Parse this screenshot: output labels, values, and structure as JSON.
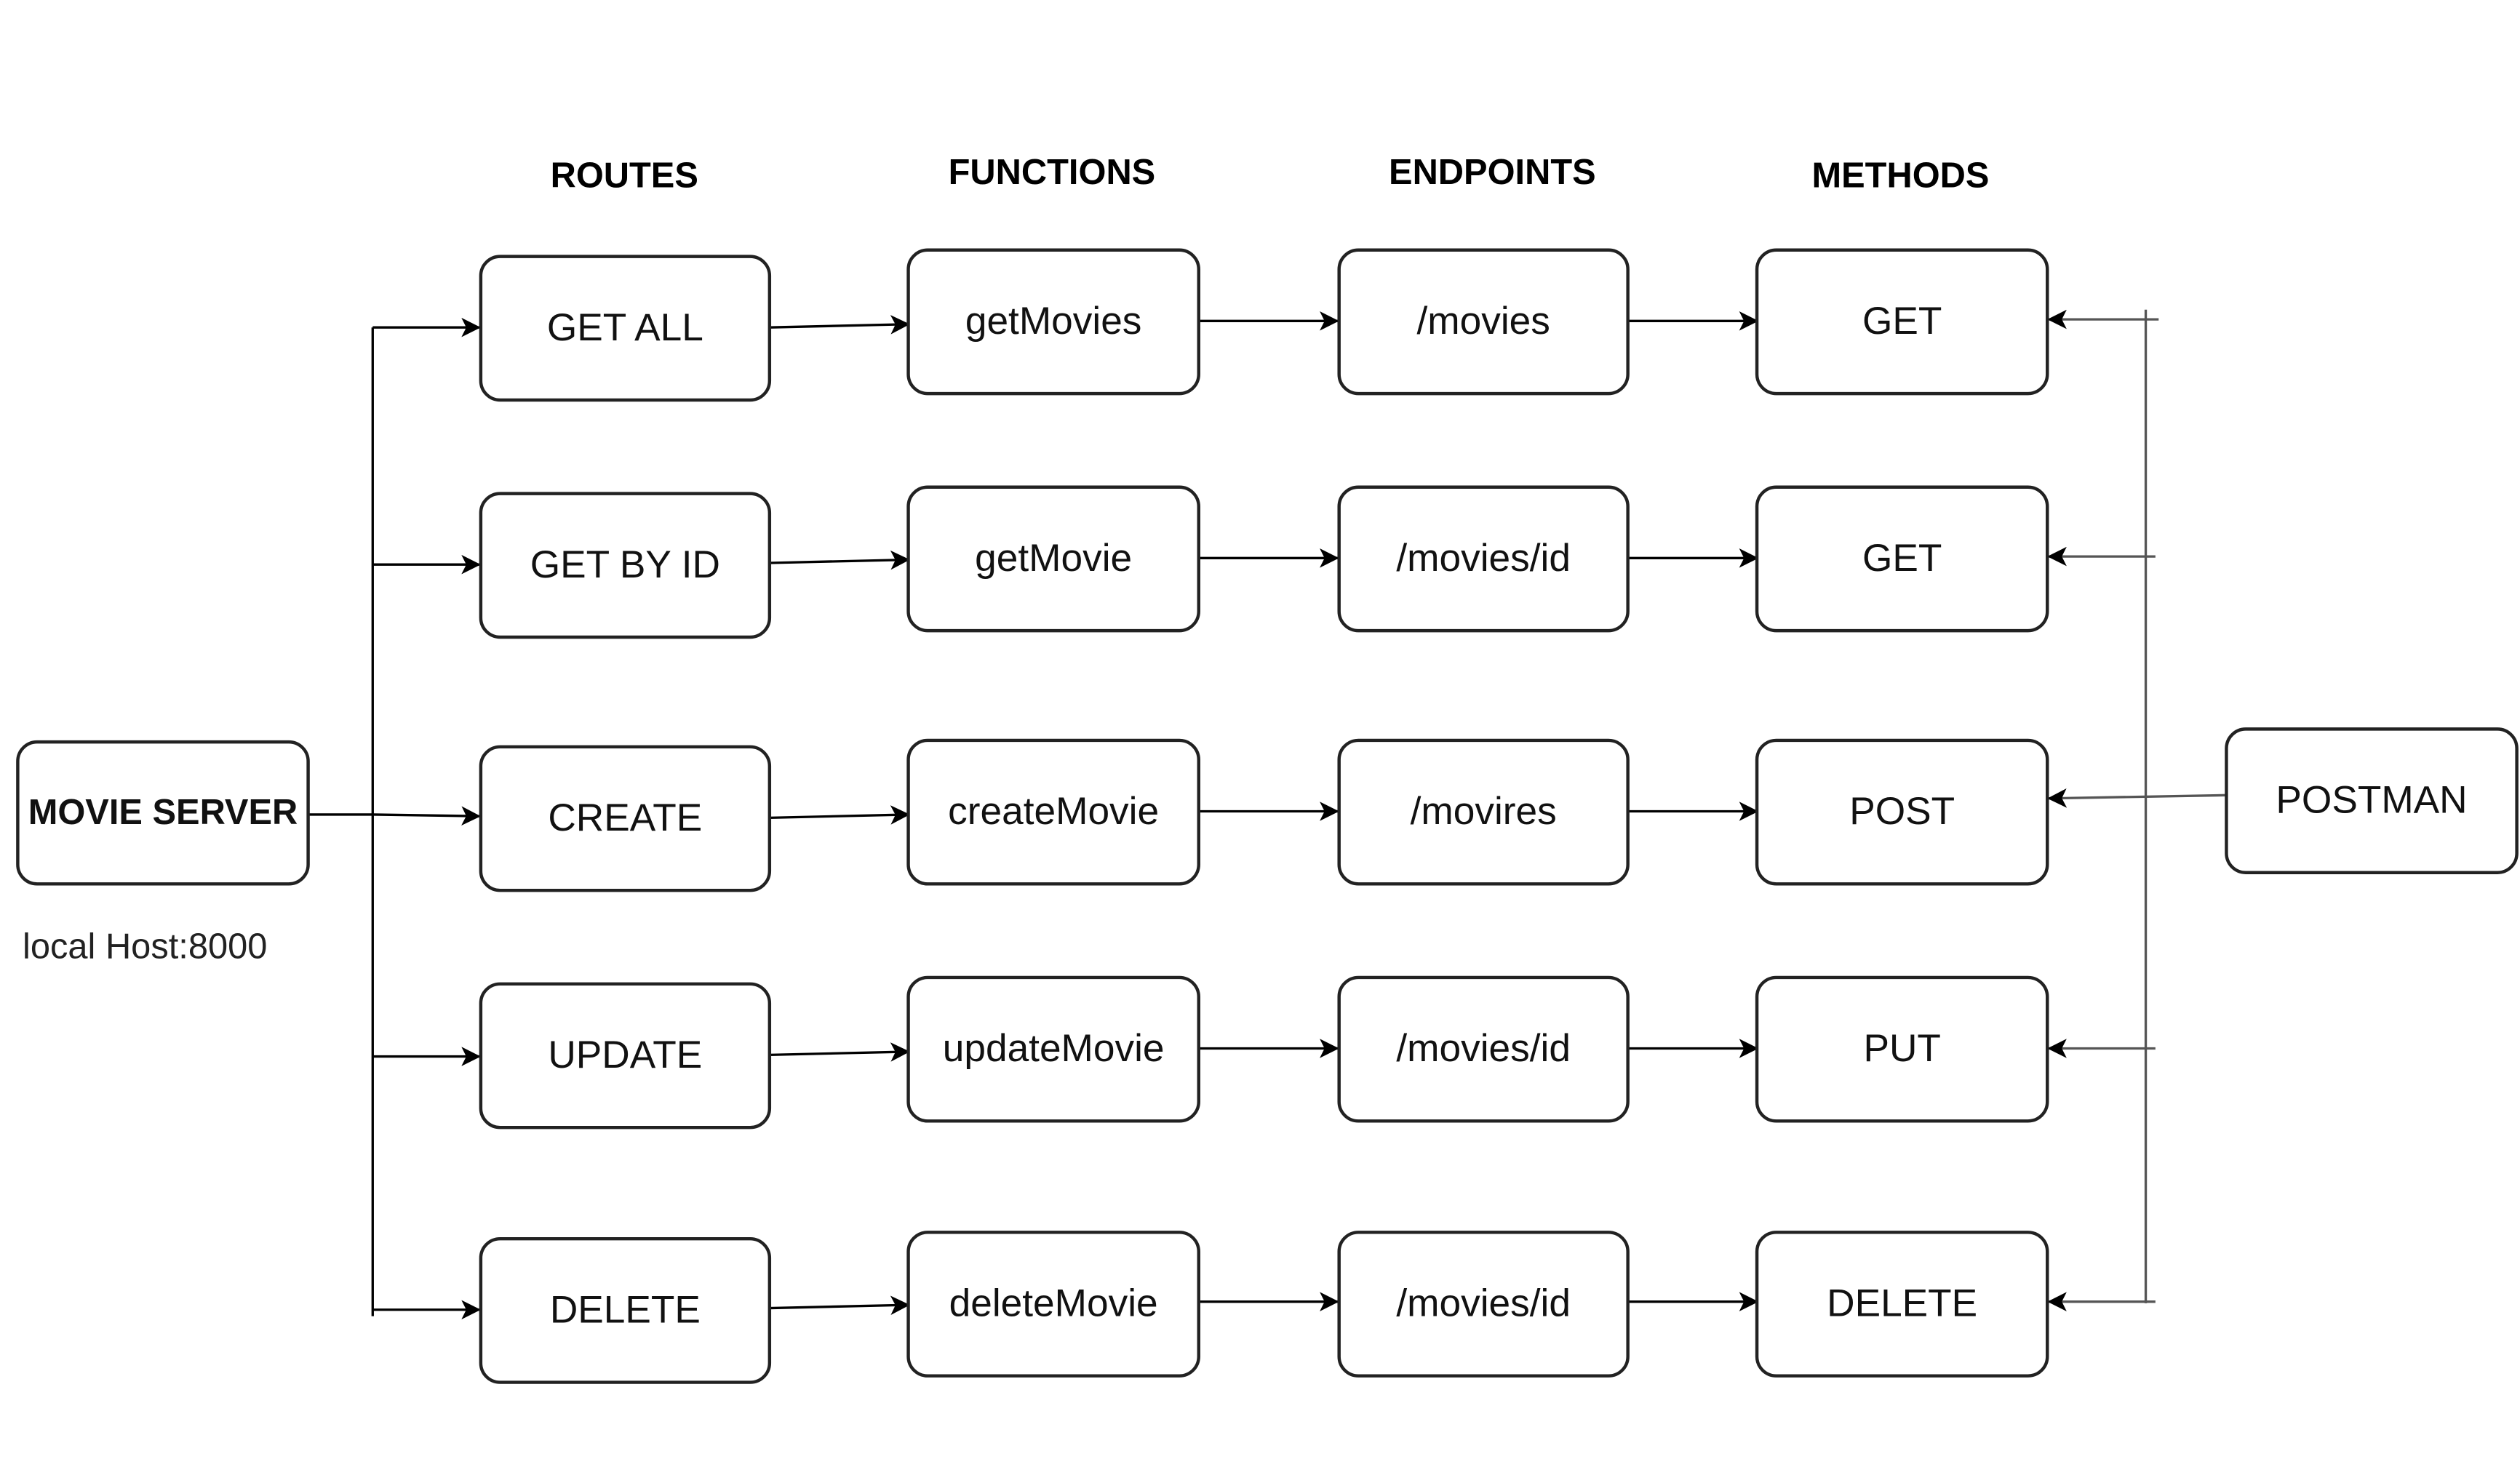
{
  "headers": {
    "routes": "ROUTES",
    "functions": "FUNCTIONS",
    "endpoints": "ENDPOINTS",
    "methods": "METHODS"
  },
  "server": {
    "label": "MOVIE SERVER",
    "host": "local Host:8000"
  },
  "client": {
    "label": "POSTMAN"
  },
  "rows": [
    {
      "route": "GET ALL",
      "function": "getMovies",
      "endpoint": "/movies",
      "method": "GET"
    },
    {
      "route": "GET BY ID",
      "function": "getMovie",
      "endpoint": "/movies/id",
      "method": "GET"
    },
    {
      "route": "CREATE",
      "function": "createMovie",
      "endpoint": "/movires",
      "method": "POST"
    },
    {
      "route": "UPDATE",
      "function": "updateMovie",
      "endpoint": "/movies/id",
      "method": "PUT"
    },
    {
      "route": "DELETE",
      "function": "deleteMovie",
      "endpoint": "/movies/id",
      "method": "DELETE"
    }
  ]
}
